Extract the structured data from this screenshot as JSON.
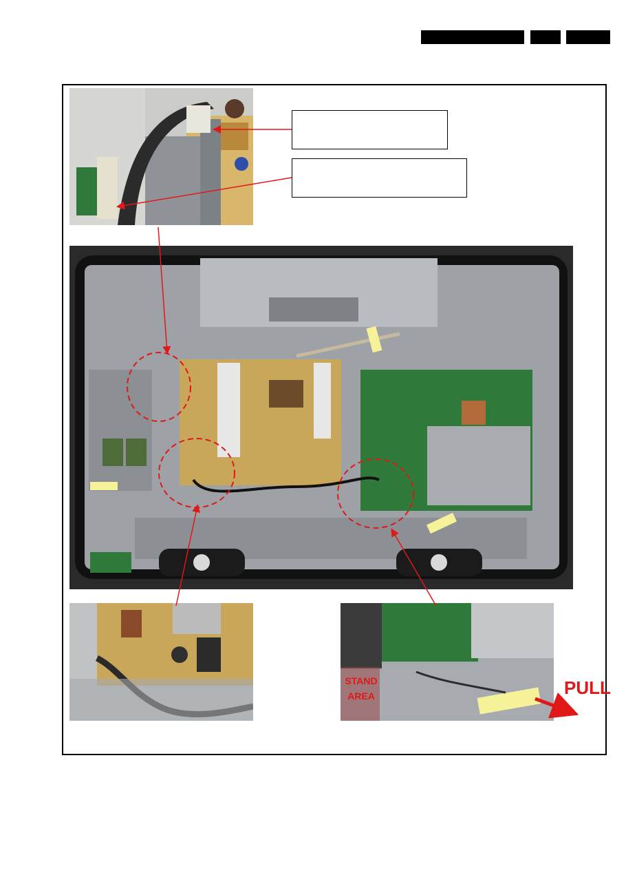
{
  "header": {
    "boxes": [
      "",
      "",
      ""
    ]
  },
  "callouts": {
    "top": "",
    "bottom": ""
  },
  "labels": {
    "stand_area": "STAND\nAREA",
    "pull": "PULL"
  },
  "colors": {
    "header_box": "#000000",
    "annotation_red": "#e01818",
    "sticky_note": "#f6f29a",
    "pcb_green": "#2f7a3a",
    "psu_board": "#c9a75a",
    "chassis": "#9ea2a6",
    "bezel": "#111111"
  },
  "icons": [
    "arrow",
    "dashed-circle",
    "sticky-note",
    "pull-arrow"
  ]
}
